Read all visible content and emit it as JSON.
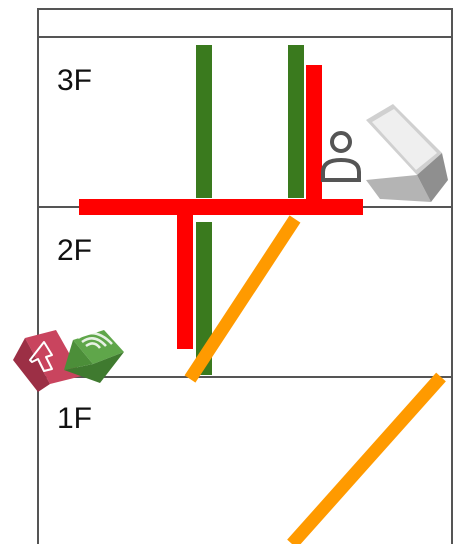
{
  "floors": [
    {
      "label": "3F"
    },
    {
      "label": "2F"
    },
    {
      "label": "1F"
    }
  ],
  "colors": {
    "frame": "#555555",
    "red_pipe": "#ff0000",
    "green_pipe": "#3a7a1e",
    "orange_pipe": "#ff9a00",
    "person_icon": "#555555",
    "device_top": "#e6e6e6",
    "device_side": "#a9a9a9",
    "alarm_red": "#c9445e",
    "sensor_green": "#5fa64a"
  },
  "icons": {
    "person": "person-icon",
    "device": "terminal-device-icon",
    "alarm": "down-arrow-alarm-icon",
    "sensor": "wireless-signal-icon"
  }
}
